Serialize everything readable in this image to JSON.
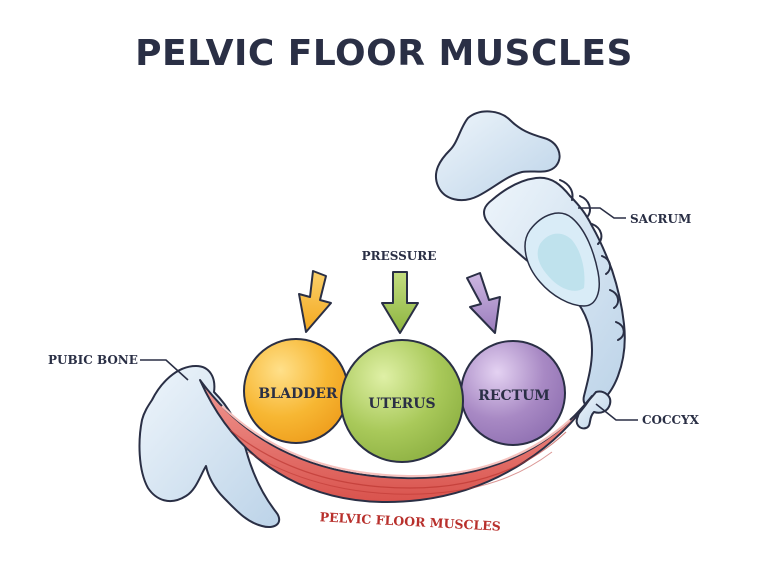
{
  "title": "PELVIC FLOOR MUSCLES",
  "pressure_label": "PRESSURE",
  "organs": {
    "bladder": "BLADDER",
    "uterus": "UTERUS",
    "rectum": "RECTUM"
  },
  "bones": {
    "pubic_bone": "PUBIC BONE",
    "sacrum": "SACRUM",
    "coccyx": "COCCYX"
  },
  "muscle_label": "PELVIC FLOOR MUSCLES",
  "colors": {
    "title": "#2a2f45",
    "bladder": "#f7b733",
    "uterus": "#a9c95a",
    "rectum": "#a889c4",
    "arrow_orange": "#f7b733",
    "arrow_green": "#9cc04f",
    "arrow_purple": "#a889c4",
    "muscle": "#e0605a",
    "muscle_label": "#b8302c",
    "bone": "#c9dcec"
  }
}
